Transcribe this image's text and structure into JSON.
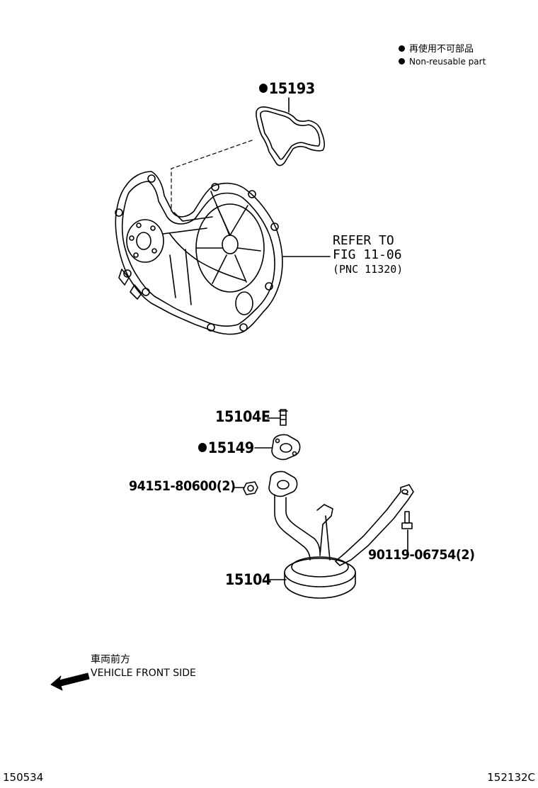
{
  "legend": {
    "jp": "再使用不可部品",
    "en": "Non-reusable part"
  },
  "parts": {
    "p15193": "15193",
    "p15104E": "15104E",
    "p15149": "15149",
    "p94151": "94151-80600(2)",
    "p90119": "90119-06754(2)",
    "p15104": "15104"
  },
  "refer": {
    "line1": "REFER TO",
    "line2": "FIG 11-06",
    "line3": "(PNC 11320)"
  },
  "direction": {
    "jp": "車両前方",
    "en": "VEHICLE FRONT SIDE"
  },
  "footer": {
    "left": "150534",
    "right": "152132C"
  },
  "colors": {
    "ink": "#000000",
    "background": "#ffffff"
  }
}
